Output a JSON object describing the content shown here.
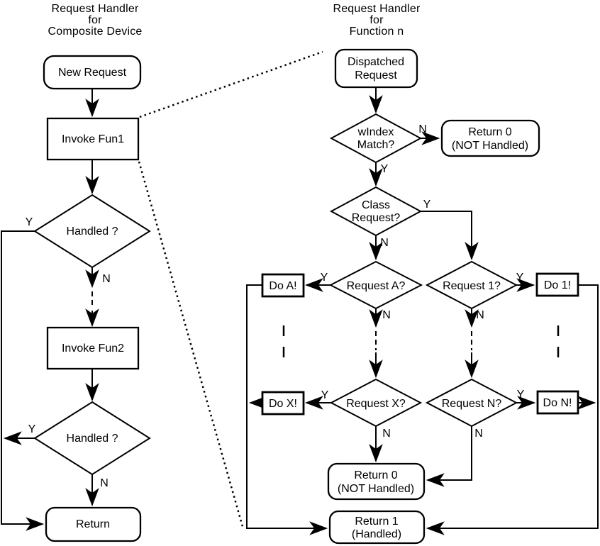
{
  "colors": {
    "ink": "#000000",
    "background": "#ffffff"
  },
  "branch": {
    "yes": "Y",
    "no": "N"
  },
  "left_chart": {
    "title": [
      "Request Handler",
      "for",
      "Composite Device"
    ],
    "nodes": {
      "new_request": "New Request",
      "invoke_fun1": "Invoke Fun1",
      "handled_1": "Handled ?",
      "invoke_fun2": "Invoke Fun2",
      "handled_2": "Handled ?",
      "return": "Return"
    }
  },
  "right_chart": {
    "title": [
      "Request Handler",
      "for",
      "Function n"
    ],
    "nodes": {
      "dispatched_request": [
        "Dispatched",
        "Request"
      ],
      "windex_match": [
        "wIndex",
        "Match?"
      ],
      "return_0_top": [
        "Return 0",
        "(NOT Handled)"
      ],
      "class_request": [
        "Class",
        "Request?"
      ],
      "request_a": "Request A?",
      "request_1": "Request 1?",
      "do_a": "Do A!",
      "do_1": "Do 1!",
      "request_x": "Request X?",
      "request_n": "Request N?",
      "do_x": "Do X!",
      "do_n": "Do N!",
      "return_0_bottom": [
        "Return 0",
        "(NOT Handled)"
      ],
      "return_1": [
        "Return 1",
        "(Handled)"
      ]
    }
  }
}
